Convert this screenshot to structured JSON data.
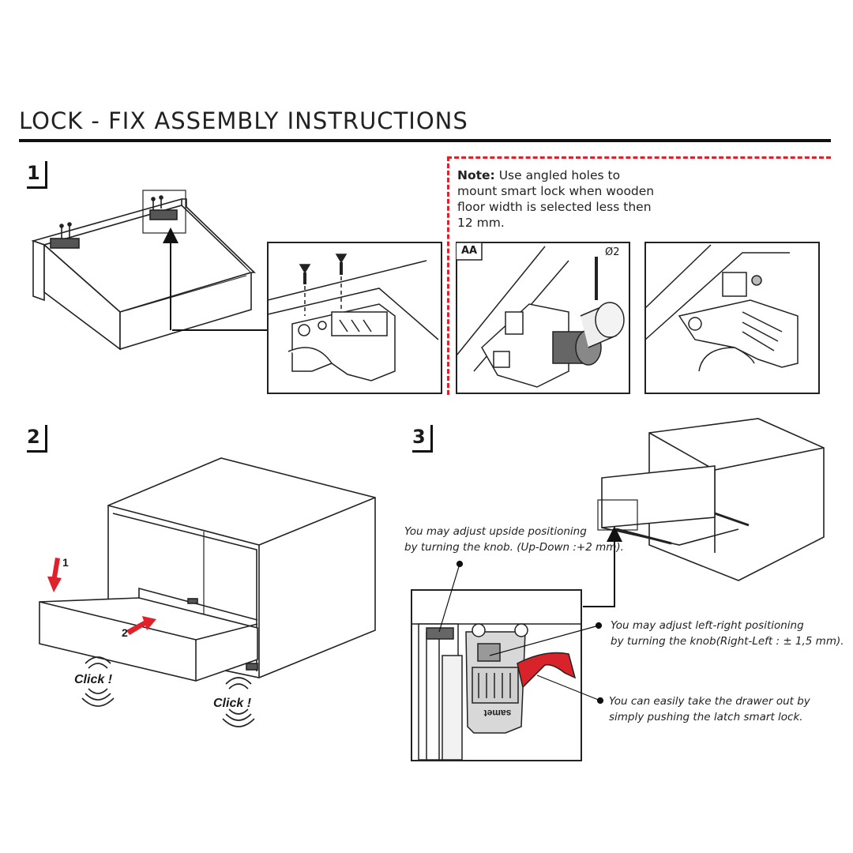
{
  "title": "LOCK - FIX ASSEMBLY INSTRUCTIONS",
  "steps": [
    "1",
    "2",
    "3"
  ],
  "note": {
    "bold": "Note:",
    "text": "Use angled holes to mount smart lock when wooden floor width is selected less then 12 mm."
  },
  "detail_label": "AA",
  "drill_label": "Ø2",
  "step2": {
    "arrow1": "1",
    "arrow2": "2",
    "click": "Click !"
  },
  "step3": {
    "upside": [
      "You may adjust upside positioning",
      "by turning the knob. (Up-Down :+2 mm)."
    ],
    "leftright": [
      "You may adjust left-right positioning",
      "by turning the knob(Right-Left : ± 1,5 mm)."
    ],
    "takeout": [
      "You can easily take the drawer out by",
      "simply pushing the latch smart lock."
    ],
    "brand": "samet"
  },
  "colors": {
    "accent": "#e0202a",
    "ink": "#1a1a1a",
    "latch": "#d9232a"
  }
}
